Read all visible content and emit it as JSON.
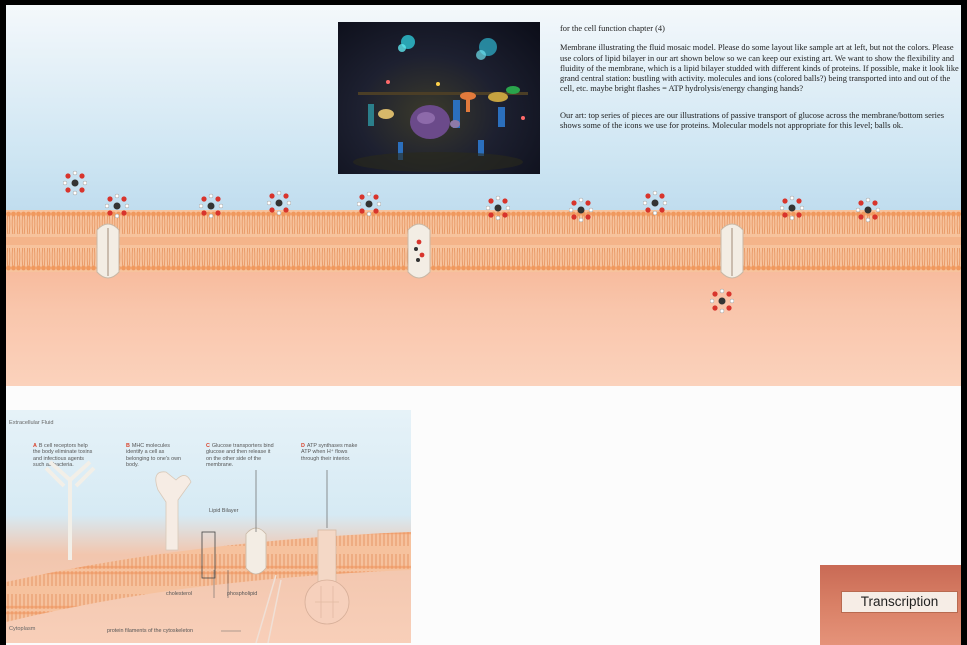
{
  "notes": {
    "heading": "for the cell function chapter (4)",
    "paragraph1": "Membrane illustrating the fluid mosaic model. Please do some layout like sample art at left, but not the colors. Please use colors of lipid bilayer in our art shown below so we can keep our existing art. We want to show the flexibility and fluidity of the membrane, which is a lipid bilayer studded with different kinds of proteins. If possible, make it look like grand central station: bustling with activity. molecules and ions (colored balls?) being transported into and out of the cell, etc. maybe bright flashes = ATP hydrolysis/energy changing hands?",
    "paragraph2": "Our art: top series of pieces are our illustrations of passive transport of glucose across the membrane/bottom series shows some of the icons we use for proteins. Molecular models not appropriate for this level; balls ok."
  },
  "small_figure": {
    "extracellular_label": "Extracellular Fluid",
    "cytoplasm_label": "Cytoplasm",
    "labels": [
      {
        "letter": "A",
        "text": "B cell receptors help the body eliminate toxins and infectious agents such as bacteria."
      },
      {
        "letter": "B",
        "text": "MHC molecules identify a cell as belonging to one's own body."
      },
      {
        "letter": "C",
        "text": "Glucose transporters bind glucose and then release it on the other side of the membrane."
      },
      {
        "letter": "D",
        "text": "ATP synthases make ATP when H⁺ flows through their interior."
      }
    ],
    "lipid_bilayer_label": "Lipid Bilayer",
    "cholesterol_label": "cholesterol",
    "phospholipid_label": "phospholipid",
    "filaments_label": "protein filaments of the cytoskeleton"
  },
  "transcription": {
    "label": "Transcription"
  },
  "colors": {
    "sky": "#cfe6f3",
    "bilayer": "#f2a774",
    "cytoplasm": "#f9c6ac",
    "glucose_red": "#d8342c",
    "transcription_bg": "#d98066"
  },
  "icons": [
    "glucose-molecule-icon",
    "glucose-transporter-icon",
    "y-shaped-antibody-icon",
    "atp-synthase-icon"
  ]
}
